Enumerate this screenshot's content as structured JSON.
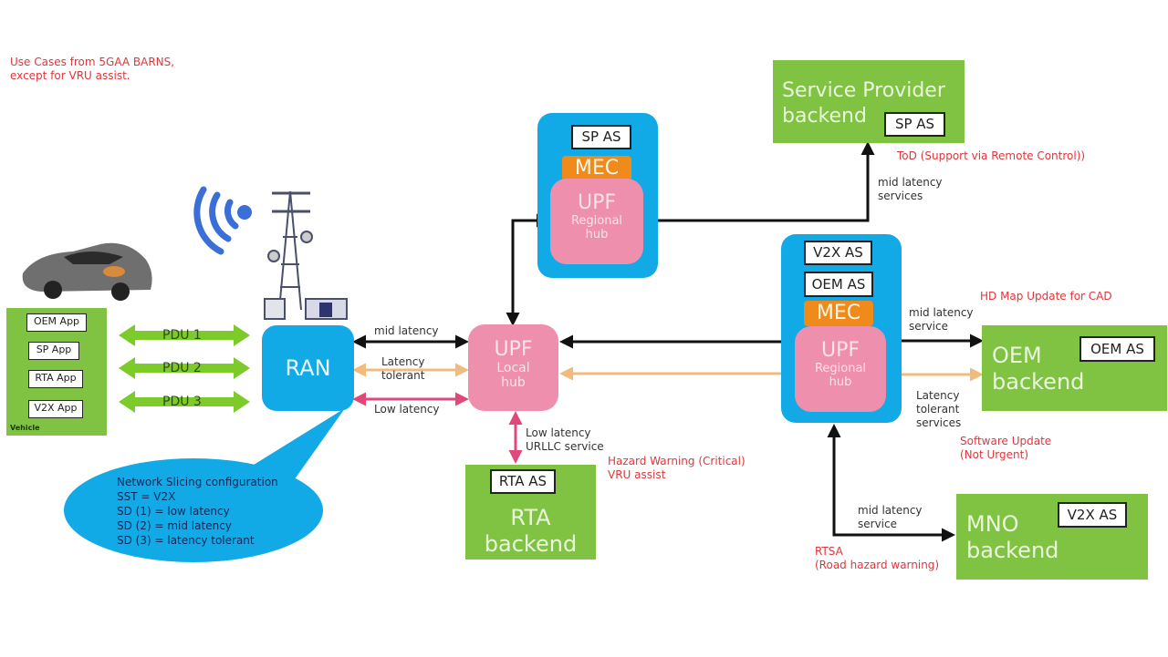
{
  "note": {
    "line1": "Use Cases from 5GAA BARNS,",
    "line2": "except for VRU assist."
  },
  "vehicle": {
    "label": "Vehicle",
    "apps": [
      "OEM App",
      "SP App",
      "RTA App",
      "V2X App"
    ]
  },
  "pdus": [
    "PDU 1",
    "PDU 2",
    "PDU 3"
  ],
  "ran": {
    "label": "RAN"
  },
  "ran_links": {
    "mid": "mid latency",
    "tolerant_1": "Latency",
    "tolerant_2": "tolerant",
    "low": "Low latency"
  },
  "slicing": {
    "title": "Network Slicing configuration",
    "lines": [
      "SST = V2X",
      "SD (1) = low latency",
      "SD (2) = mid latency",
      "SD (3) = latency tolerant"
    ]
  },
  "upf_local": {
    "title": "UPF",
    "sub1": "Local",
    "sub2": "hub"
  },
  "rta_link": {
    "line1": "Low latency",
    "line2": "URLLC service"
  },
  "rta_backend": {
    "as": "RTA AS",
    "line1": "RTA",
    "line2": "backend"
  },
  "rta_usecase": {
    "line1": "Hazard Warning (Critical)",
    "line2": "VRU assist"
  },
  "sp_edge": {
    "as": "SP AS",
    "mec": "MEC",
    "upf": "UPF",
    "sub1": "Regional",
    "sub2": "hub"
  },
  "sp_backend": {
    "line1": "Service Provider",
    "line2": "backend",
    "as": "SP AS"
  },
  "sp_usecase": "ToD (Support via Remote Control))",
  "sp_link": {
    "line1": "mid latency",
    "line2": "services"
  },
  "v2x_edge": {
    "as1": "V2X AS",
    "as2": "OEM AS",
    "mec": "MEC",
    "upf": "UPF",
    "sub1": "Regional",
    "sub2": "hub"
  },
  "oem_usecase": "HD Map Update for CAD",
  "oem_mid": {
    "line1": "mid latency",
    "line2": "service"
  },
  "oem_tol": {
    "line1": "Latency",
    "line2": "tolerant",
    "line3": "services"
  },
  "oem_backend": {
    "line1": "OEM",
    "line2": "backend",
    "as": "OEM AS"
  },
  "sw_usecase": {
    "line1": "Software Update",
    "line2": "(Not Urgent)"
  },
  "mno_link": {
    "line1": "mid latency",
    "line2": "service"
  },
  "mno_usecase": {
    "line1": "RTSA",
    "line2": "(Road hazard warning)"
  },
  "mno_backend": {
    "line1": "MNO",
    "line2": "backend",
    "as": "V2X AS"
  },
  "colors": {
    "green": "#80c342",
    "blue": "#12aae6",
    "pink": "#ef8fae",
    "orange": "#f08a1b",
    "red_text": "#e0363c",
    "tolerant_arrow": "#f2bb7e",
    "low_arrow": "#e0487a"
  }
}
